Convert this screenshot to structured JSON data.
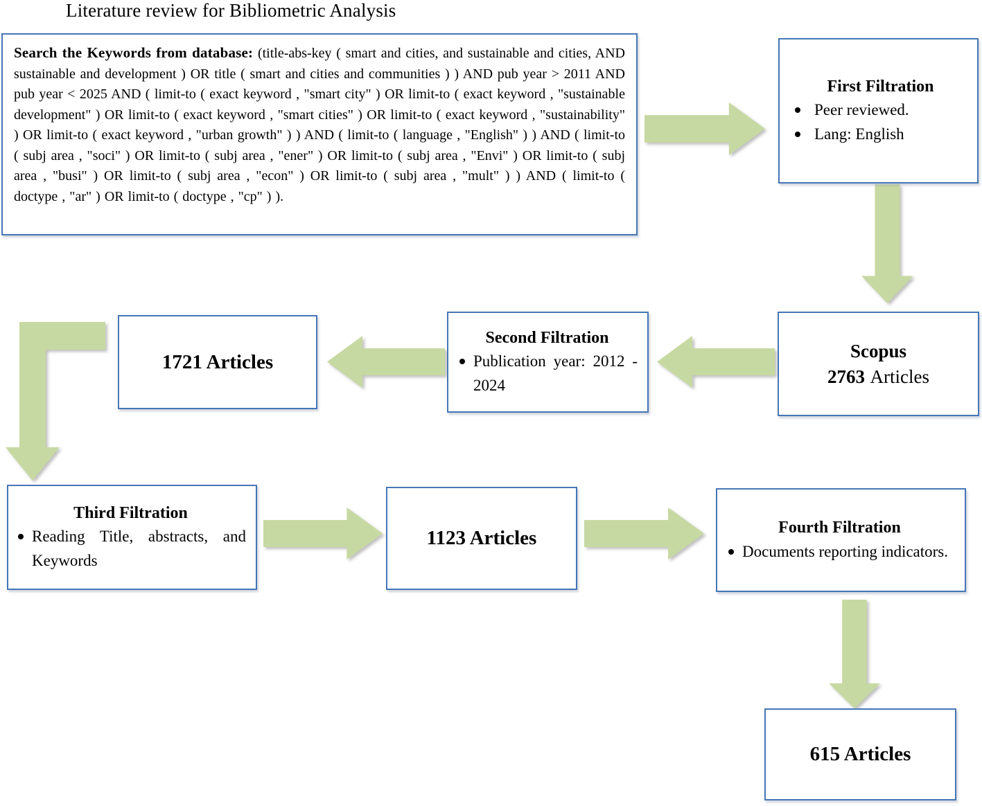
{
  "title": "Literature review for Bibliometric Analysis",
  "search_box": {
    "lead": "Search the Keywords from database:",
    "query": " (title-abs-key ( smart and cities, and sustainable and cities, AND sustainable and development ) OR title ( smart and cities and communities ) ) AND pub year > 2011 AND pub year < 2025 AND ( limit-to ( exact keyword , \"smart city\" ) OR limit-to ( exact keyword , \"sustainable development\" ) OR limit-to ( exact keyword , \"smart cities\" ) OR limit-to ( exact keyword , \"sustainability\" ) OR limit-to ( exact keyword , \"urban growth\" ) ) AND ( limit-to ( language , \"English\" ) ) AND ( limit-to ( subj area , \"soci\" ) OR limit-to ( subj area , \"ener\" ) OR limit-to ( subj area , \"Envi\" ) OR limit-to ( subj area , \"busi\" ) OR limit-to ( subj area , \"econ\" ) OR limit-to ( subj area , \"mult\" ) ) AND ( limit-to ( doctype , \"ar\" ) OR limit-to ( doctype , \"cp\" ) )."
  },
  "first_filtration": {
    "title": "First Filtration",
    "bullets": [
      "Peer reviewed.",
      "Lang: English"
    ]
  },
  "scopus": {
    "source": "Scopus",
    "count": "2763",
    "unit": "Articles"
  },
  "second_filtration": {
    "title": "Second Filtration",
    "bullets": [
      "Publication year: 2012 - 2024"
    ]
  },
  "articles_1721": {
    "label": "1721 Articles"
  },
  "third_filtration": {
    "title": "Third Filtration",
    "bullets": [
      "Reading Title, abstracts, and Keywords"
    ]
  },
  "articles_1123": {
    "label": "1123 Articles"
  },
  "fourth_filtration": {
    "title": "Fourth Filtration",
    "bullets": [
      "Documents reporting indicators."
    ]
  },
  "articles_615": {
    "label": "615 Articles"
  },
  "colors": {
    "arrow": "#c7d9a2",
    "box_border": "#4576b5"
  }
}
